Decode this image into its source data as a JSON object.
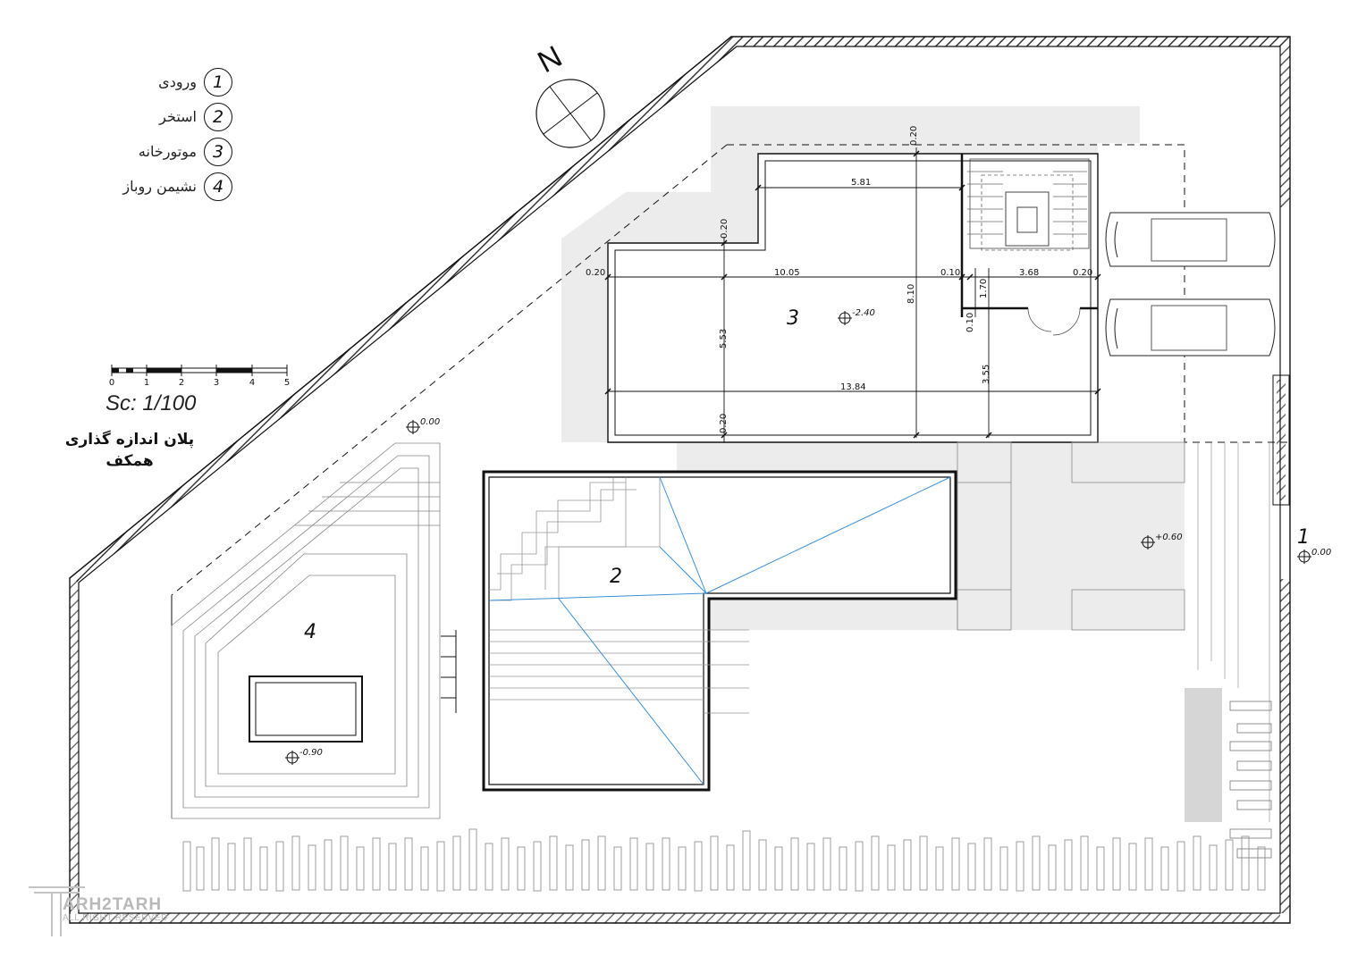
{
  "north_label": "N",
  "legend": [
    {
      "num": "1",
      "label": "ورودی"
    },
    {
      "num": "2",
      "label": "استخر"
    },
    {
      "num": "3",
      "label": "موتورخانه"
    },
    {
      "num": "4",
      "label": "نشیمن روباز"
    }
  ],
  "scale_bar_ticks": [
    "0",
    "1",
    "2",
    "3",
    "4",
    "5"
  ],
  "scale_text": "Sc: 1/100",
  "plan_title_line1": "پلان اندازه گذاری",
  "plan_title_line2": "همکف",
  "room_numbers": [
    "3",
    "2",
    "4",
    "1"
  ],
  "levels": [
    "-2.40",
    "0.00",
    "+0.60",
    "0.00",
    "-0.90"
  ],
  "dimensions": [
    "0.20",
    "5.81",
    "0.20",
    "0.20",
    "10.05",
    "0.10",
    "3.68",
    "0.20",
    "8.10",
    "1.70",
    "0.10",
    "5.53",
    "3.55",
    "13.84",
    "0.20"
  ],
  "watermark": {
    "brand": "ARH2TARH",
    "sub": "ALL RIGHT RESERVED"
  }
}
